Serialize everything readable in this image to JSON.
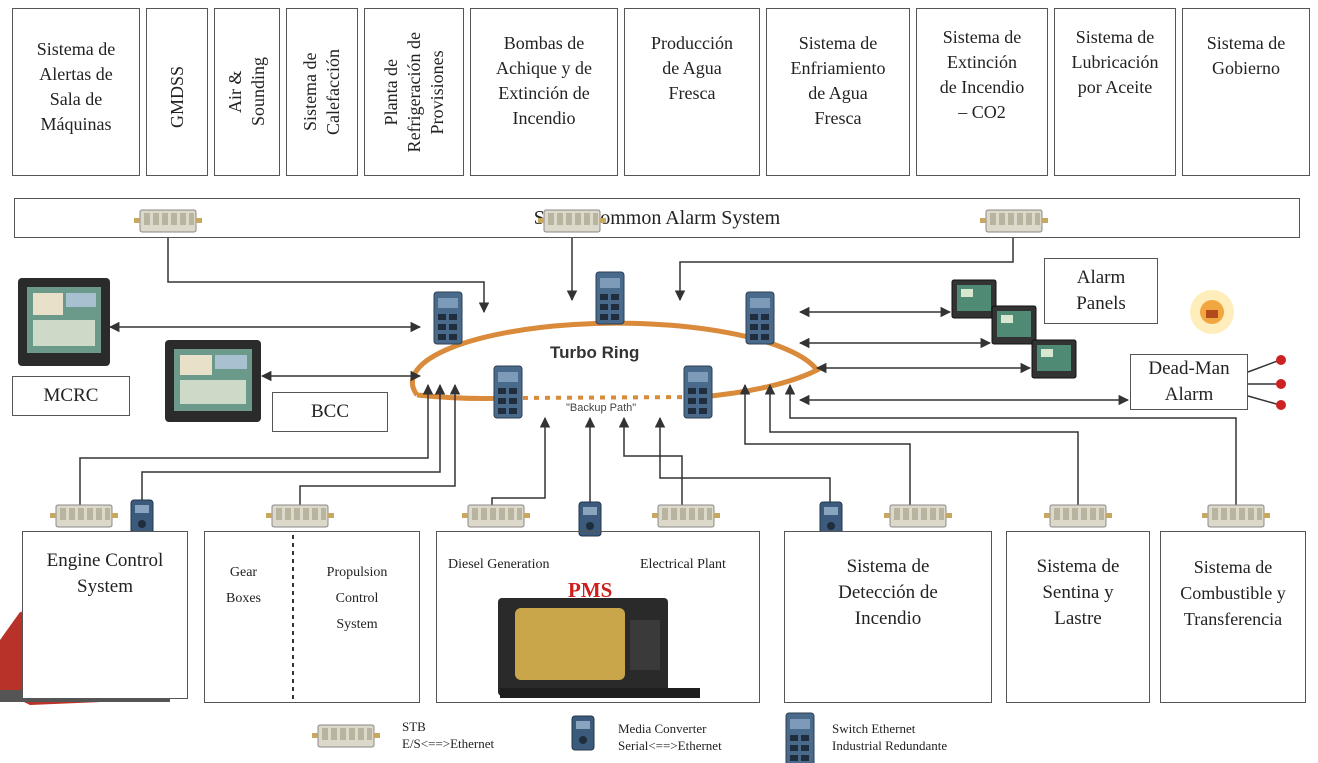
{
  "top_systems": [
    {
      "id": "alertas",
      "label": "Sistema de\nAlertas de\nSala de\nMáquinas"
    },
    {
      "id": "gmdss",
      "label": "GMDSS"
    },
    {
      "id": "air",
      "label": "Air &\nSounding"
    },
    {
      "id": "calef",
      "label": "Sistema de\nCalefacción"
    },
    {
      "id": "refrig",
      "label": "Planta de\nRefrigeración de\nProvisiones"
    },
    {
      "id": "bombas",
      "label": "Bombas de\nAchique y de\nExtinción de\nIncendio"
    },
    {
      "id": "agua",
      "label": "Producción\nde Agua\nFresca"
    },
    {
      "id": "enfriamiento",
      "label": "Sistema de\nEnfriamiento\nde Agua\nFresca"
    },
    {
      "id": "co2",
      "label": "Sistema de\nExtinción\nde Incendio\n– CO2"
    },
    {
      "id": "lubricacion",
      "label": "Sistema de\nLubricación\npor Aceite"
    },
    {
      "id": "gobierno",
      "label": "Sistema de\nGobierno"
    }
  ],
  "common_alarm": "Ship's Common Alarm System",
  "ring": {
    "label": "Turbo Ring",
    "backup": "\"Backup Path\""
  },
  "mcrc": "MCRC",
  "bcc": "BCC",
  "alarm_panels": "Alarm\nPanels",
  "dead_man": "Dead-Man\nAlarm",
  "bottom": {
    "engine": "Engine Control\nSystem",
    "gear": "Gear\nBoxes",
    "propulsion": "Propulsion\nControl\nSystem",
    "diesel": "Diesel Generation",
    "electrical": "Electrical  Plant",
    "pms": "PMS",
    "deteccion": "Sistema de\nDetección de\nIncendio",
    "sentina": "Sistema de\nSentina y\nLastre",
    "combustible": "Sistema de\nCombustible y\nTransferencia"
  },
  "legend": {
    "stb": "STB\nE/S<==>Ethernet",
    "media": "Media Converter\nSerial<==>Ethernet",
    "switch": "Switch Ethernet\nIndustrial Redundante"
  },
  "colors": {
    "ring": "#d98a3a",
    "line": "#333333",
    "device_blue": "#3f5f84",
    "stb": "#d8d6c8",
    "alarm_red": "#cc2222",
    "screen": "#2f6f5f"
  }
}
